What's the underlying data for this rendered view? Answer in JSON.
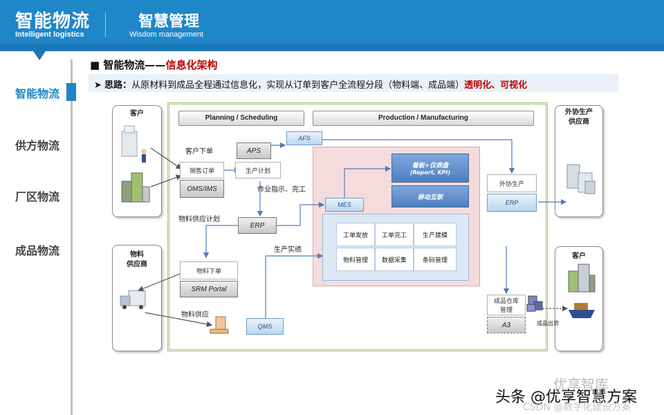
{
  "header": {
    "title_cn": "智能物流",
    "title_en": "Intelligent logistics",
    "subtitle_cn": "智慧管理",
    "subtitle_en": "Wisdom management"
  },
  "nav": {
    "items": [
      {
        "label": "智能物流",
        "active": true
      },
      {
        "label": "供方物流",
        "active": false
      },
      {
        "label": "厂区物流",
        "active": false
      },
      {
        "label": "成品物流",
        "active": false
      }
    ]
  },
  "section": {
    "bullet": "■",
    "title_prefix": "智能物流——",
    "title_red": "信息化架构",
    "idea_bullet": "➤",
    "idea_label": "思路：",
    "idea_text": "从原材料到成品全程通过信息化，实现从订单到客户全流程分段（物料端、成品端）",
    "idea_red": "透明化、可视化"
  },
  "diagram": {
    "customer_top_label": "客户",
    "partner_label_1": "外协生产",
    "partner_label_2": "供应商",
    "supplier_label_1": "物料",
    "supplier_label_2": "供应商",
    "customer_bottom_label": "客户",
    "planning_header": "Planning / Scheduling",
    "production_header": "Production / Manufacturing",
    "aps": "APS",
    "afs": "AFS",
    "customer_order": "客户下单",
    "sales_order": "销售订单",
    "oms": "OMS/IMS",
    "prod_plan": "生产计划",
    "work_instr": "作业指示、完工",
    "material_plan": "物料供应计划",
    "erp": "ERP",
    "mes": "MES",
    "kanban_title": "看板+仪表盘",
    "kanban_sub": "(Report, KPI)",
    "mobile": "移动互联",
    "prod_report": "生产实绩",
    "cells": [
      "工单发放",
      "工单完工",
      "生产建模",
      "物料管理",
      "数据采集",
      "条码管理"
    ],
    "outsource_prod": "外协生产",
    "outsource_erp": "ERP",
    "material_order": "物料下单",
    "srm": "SRM Portal",
    "material_supply": "物料供应",
    "qms": "QMS",
    "fg_warehouse_1": "成品仓库",
    "fg_warehouse_2": "管理",
    "a3": "A3",
    "fg_shipping": "成品出货"
  },
  "watermark": {
    "line1": "头条 @优享智慧方案",
    "line2": "优享智库",
    "line3": "CSDN @数字化建设方案"
  },
  "colors": {
    "header_blue": "#1f86c8",
    "accent_red": "#c00000",
    "frame_green": "#9dc37a",
    "production_pink": "#f4dcdc",
    "flow_blue": "#4a7ebd"
  }
}
